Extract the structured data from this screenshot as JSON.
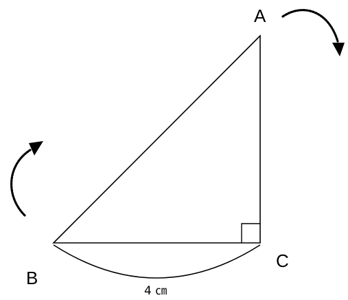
{
  "diagram": {
    "vertices": {
      "a": "A",
      "b": "B",
      "c": "C"
    },
    "side_bc_length": "4 ㎝",
    "colors": {
      "stroke": "#000000",
      "background": "#ffffff"
    },
    "icons": {
      "rotation_arrow_top": "curved-dotted-arrow-clockwise-icon",
      "rotation_arrow_left": "curved-dotted-arrow-up-icon"
    }
  }
}
